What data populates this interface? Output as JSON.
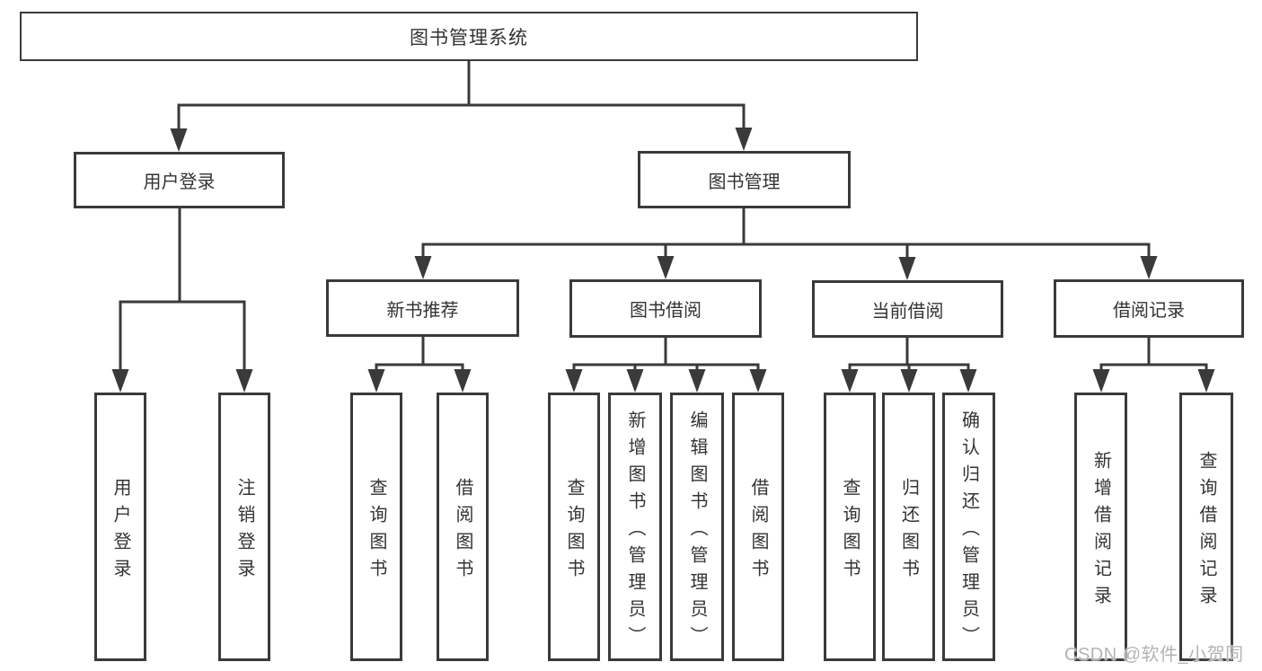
{
  "diagram": {
    "title": "图书管理系统",
    "tree": {
      "label": "图书管理系统",
      "children": [
        {
          "label": "用户登录",
          "children": [
            {
              "label": "用户登录"
            },
            {
              "label": "注销登录"
            }
          ]
        },
        {
          "label": "图书管理",
          "children": [
            {
              "label": "新书推荐",
              "children": [
                {
                  "label": "查询图书"
                },
                {
                  "label": "借阅图书"
                }
              ]
            },
            {
              "label": "图书借阅",
              "children": [
                {
                  "label": "查询图书"
                },
                {
                  "label": "新增图书（管理员）"
                },
                {
                  "label": "编辑图书（管理员）"
                },
                {
                  "label": "借阅图书"
                }
              ]
            },
            {
              "label": "当前借阅",
              "children": [
                {
                  "label": "查询图书"
                },
                {
                  "label": "归还图书"
                },
                {
                  "label": "确认归还（管理员）"
                }
              ]
            },
            {
              "label": "借阅记录",
              "children": [
                {
                  "label": "新增借阅记录"
                },
                {
                  "label": "查询借阅记录"
                }
              ]
            }
          ]
        }
      ]
    },
    "watermark": "CSDN @软件_小贺同学",
    "colors": {
      "line": "#3a3a3a",
      "text": "#333333",
      "watermark": "#b3b3b3",
      "background": "#ffffff"
    }
  }
}
